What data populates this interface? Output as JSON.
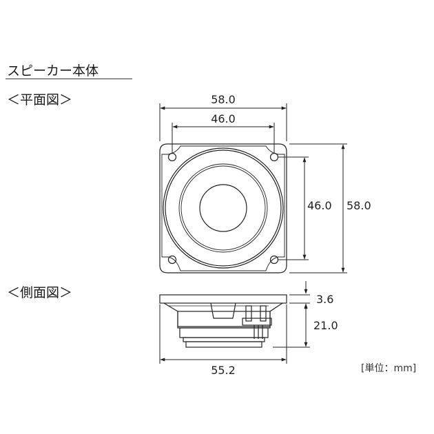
{
  "title": "スピーカー本体",
  "views": {
    "plan_label": "＜平面図＞",
    "side_label": "＜側面図＞"
  },
  "dimensions": {
    "plan_width": "58.0",
    "plan_hole_pitch_h": "46.0",
    "plan_hole_pitch_v": "46.0",
    "plan_height": "58.0",
    "side_flange": "3.6",
    "side_depth": "21.0",
    "side_width": "55.2"
  },
  "unit_note": "[単位：mm]"
}
